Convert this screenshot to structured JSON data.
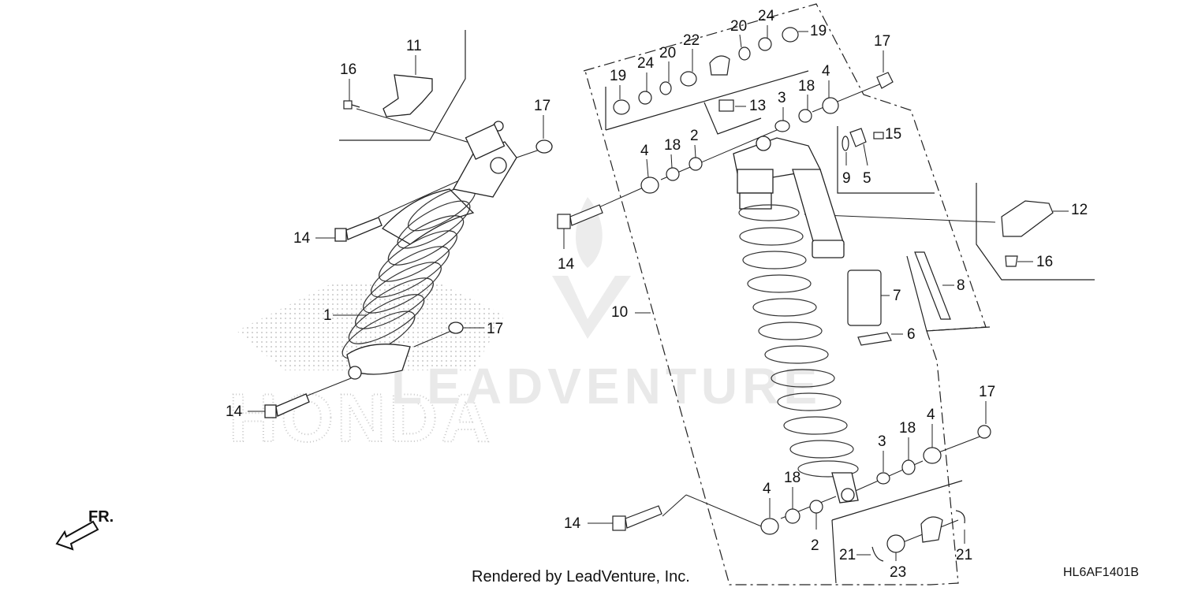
{
  "diagram": {
    "watermark": "LEADVENTURE",
    "brand_watermark": "HONDA",
    "footer": "Rendered by LeadVenture, Inc.",
    "diagram_code": "HL6AF1401B",
    "direction_label": "FR.",
    "callouts": [
      {
        "id": "c11a",
        "text": "11"
      },
      {
        "id": "c16a",
        "text": "16"
      },
      {
        "id": "c17a",
        "text": "17"
      },
      {
        "id": "c14a",
        "text": "14"
      },
      {
        "id": "c1",
        "text": "1"
      },
      {
        "id": "c17b",
        "text": "17"
      },
      {
        "id": "c14b",
        "text": "14"
      },
      {
        "id": "c19a",
        "text": "19"
      },
      {
        "id": "c24a",
        "text": "24"
      },
      {
        "id": "c20a",
        "text": "20"
      },
      {
        "id": "c22",
        "text": "22"
      },
      {
        "id": "c20b",
        "text": "20"
      },
      {
        "id": "c24b",
        "text": "24"
      },
      {
        "id": "c19b",
        "text": "19"
      },
      {
        "id": "c13",
        "text": "13"
      },
      {
        "id": "c3a",
        "text": "3"
      },
      {
        "id": "c18a",
        "text": "18"
      },
      {
        "id": "c4a",
        "text": "4"
      },
      {
        "id": "c17c",
        "text": "17"
      },
      {
        "id": "c15",
        "text": "15"
      },
      {
        "id": "c9",
        "text": "9"
      },
      {
        "id": "c5",
        "text": "5"
      },
      {
        "id": "c4b",
        "text": "4"
      },
      {
        "id": "c18b",
        "text": "18"
      },
      {
        "id": "c2a",
        "text": "2"
      },
      {
        "id": "c14c",
        "text": "14"
      },
      {
        "id": "c12",
        "text": "12"
      },
      {
        "id": "c16b",
        "text": "16"
      },
      {
        "id": "c10",
        "text": "10"
      },
      {
        "id": "c7",
        "text": "7"
      },
      {
        "id": "c8",
        "text": "8"
      },
      {
        "id": "c6",
        "text": "6"
      },
      {
        "id": "c17d",
        "text": "17"
      },
      {
        "id": "c3b",
        "text": "3"
      },
      {
        "id": "c18c",
        "text": "18"
      },
      {
        "id": "c4c",
        "text": "4"
      },
      {
        "id": "c4d",
        "text": "4"
      },
      {
        "id": "c18d",
        "text": "18"
      },
      {
        "id": "c14d",
        "text": "14"
      },
      {
        "id": "c2b",
        "text": "2"
      },
      {
        "id": "c21a",
        "text": "21"
      },
      {
        "id": "c23",
        "text": "23"
      },
      {
        "id": "c21b",
        "text": "21"
      }
    ]
  }
}
